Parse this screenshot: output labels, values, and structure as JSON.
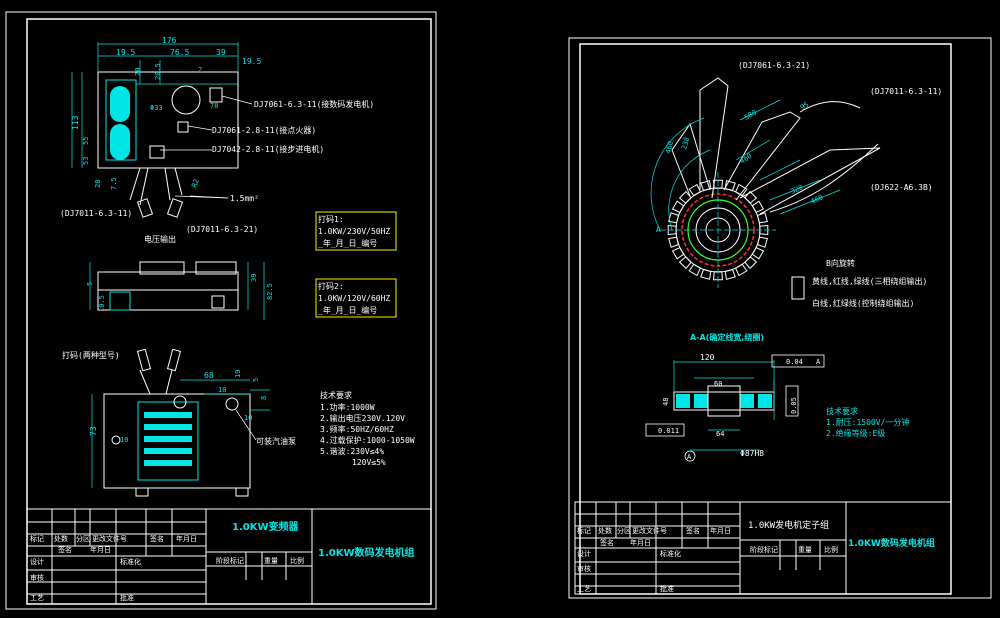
{
  "colors": {
    "background": "#000000",
    "frame": "#ffffff",
    "dimension": "#00e5e5",
    "note_box": "#ffee00",
    "stator_red": "#ff3030",
    "stator_green": "#33ff33"
  },
  "left": {
    "dims_top": [
      "176",
      "19.5",
      "76.5",
      "39",
      "19.5"
    ],
    "dims_v": [
      "20",
      "20.5",
      "2",
      "55",
      "113",
      "53",
      "28"
    ],
    "dims_misc": [
      "Φ33",
      "78",
      "7.5",
      "R2"
    ],
    "labels": {
      "dj7061_11": "DJ7061-6.3-11(接数码发电机)",
      "dj7061_28": "DJ7061-2.8-11(接点火器)",
      "dj7042": "DJ7042-2.8-11(接步进电机)",
      "wire": "1.5mm²",
      "dj7011_left": "(DJ7011-6.3-11)",
      "dj7011_right": "(DJ7011-6.3-21)",
      "voltage_out": "电压输出"
    },
    "mid_dims": [
      "5",
      "10.5",
      "39",
      "82.5"
    ],
    "note1": {
      "title": "打码1:",
      "line1": "1.0KW/230V/50HZ",
      "line2": "_年_月_日_编号"
    },
    "note2": {
      "title": "打码2:",
      "line1": "1.0KW/120V/60HZ",
      "line2": "_年_月_日_编号"
    },
    "stamp": "打码(两种型号)",
    "bottom_dims": [
      "68",
      "10",
      "19",
      "5",
      "8",
      "10",
      "73",
      "10"
    ],
    "fuel_pump": "可装汽油泵",
    "tech": {
      "title": "技术要求",
      "items": [
        "1.功率:1000W",
        "2.输出电压230V.120V",
        "3.频率:50HZ/60HZ",
        "4.过载保护:1000-1050W",
        "5.谐波:230V≤4%",
        "120V≤5%"
      ]
    },
    "title_block": {
      "name": "1.0KW变频器",
      "product": "1.0KW数码发电机组",
      "row1": [
        "标记",
        "处数",
        "分区",
        "更改文件号",
        "签名",
        "年月日"
      ],
      "row2": [
        "设计",
        "签名",
        "年月日",
        "标准化"
      ],
      "row3": [
        "审核"
      ],
      "row4": [
        "工艺",
        "批准"
      ],
      "stage": [
        "阶段标记",
        "重量",
        "比例"
      ]
    }
  },
  "right": {
    "labels": {
      "dj7061_21": "(DJ7061-6.3-21)",
      "dj7011_11": "(DJ7011-6.3-11)",
      "dj622": "(DJ622-A6.3B)",
      "b_dir": "B向旋转",
      "wires1": "黄线,红线,绿线(三相绕组输出)",
      "wires2": "白线,红绿线(控制绕组输出)",
      "section": "A-A(确定线宽,绕圈)",
      "a_mark": "A"
    },
    "dims": [
      "460",
      "238",
      "580",
      "460",
      "95",
      "320",
      "460"
    ],
    "section_dims": [
      "120",
      "0.04",
      "A",
      "60",
      "48",
      "64",
      "0.05",
      "0.011",
      "Φ87H8"
    ],
    "tech": {
      "title": "技术要求",
      "items": [
        "1.耐压:1500V/一分钟",
        "2.绝缘等级:E级"
      ]
    },
    "title_block": {
      "name": "1.0KW发电机定子组",
      "product": "1.0KW数码发电机组",
      "row1": [
        "标记",
        "处数",
        "分区",
        "更改文件号",
        "签名",
        "年月日"
      ],
      "row2": [
        "设计",
        "签名",
        "年月日",
        "标准化"
      ],
      "row3": [
        "审核"
      ],
      "row4": [
        "工艺",
        "批准"
      ],
      "stage": [
        "阶段标记",
        "重量",
        "比例"
      ]
    }
  }
}
